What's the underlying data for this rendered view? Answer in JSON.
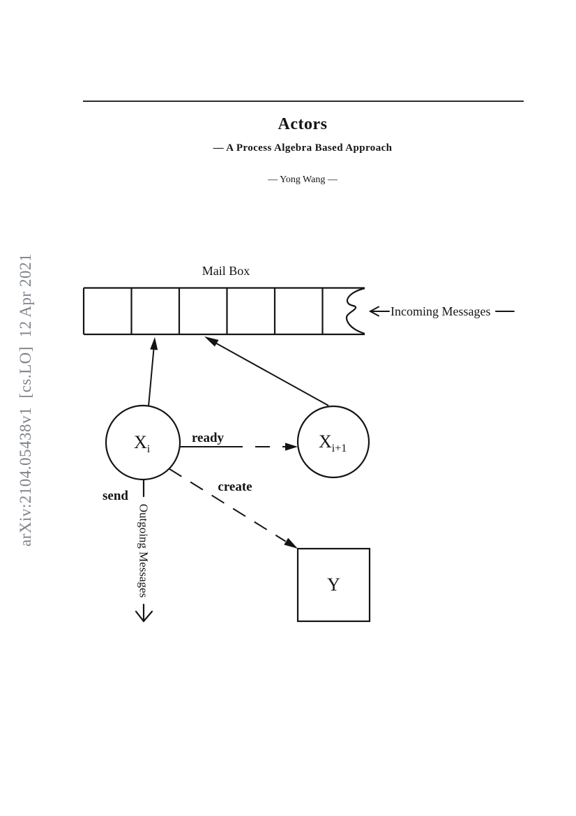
{
  "page": {
    "background": "#ffffff",
    "ink": "#141414"
  },
  "watermark": {
    "text": "arXiv:2104.05438v1  [cs.LO]  12 Apr 2021",
    "color": "#7f828c"
  },
  "header": {
    "title": "Actors",
    "subtitle": "— A Process Algebra Based Approach",
    "author": "— Yong Wang —"
  },
  "diagram": {
    "mailbox": {
      "label": "Mail Box",
      "visible_cells": 6
    },
    "incoming": {
      "label": "Incoming Messages"
    },
    "outgoing": {
      "label": "Outgoing Messages"
    },
    "nodes": {
      "current": {
        "base": "X",
        "sub": "i"
      },
      "next": {
        "base": "X",
        "sub": "i+1"
      },
      "created": {
        "label": "Y"
      }
    },
    "edges": {
      "ready": "ready",
      "send": "send",
      "create": "create"
    }
  }
}
